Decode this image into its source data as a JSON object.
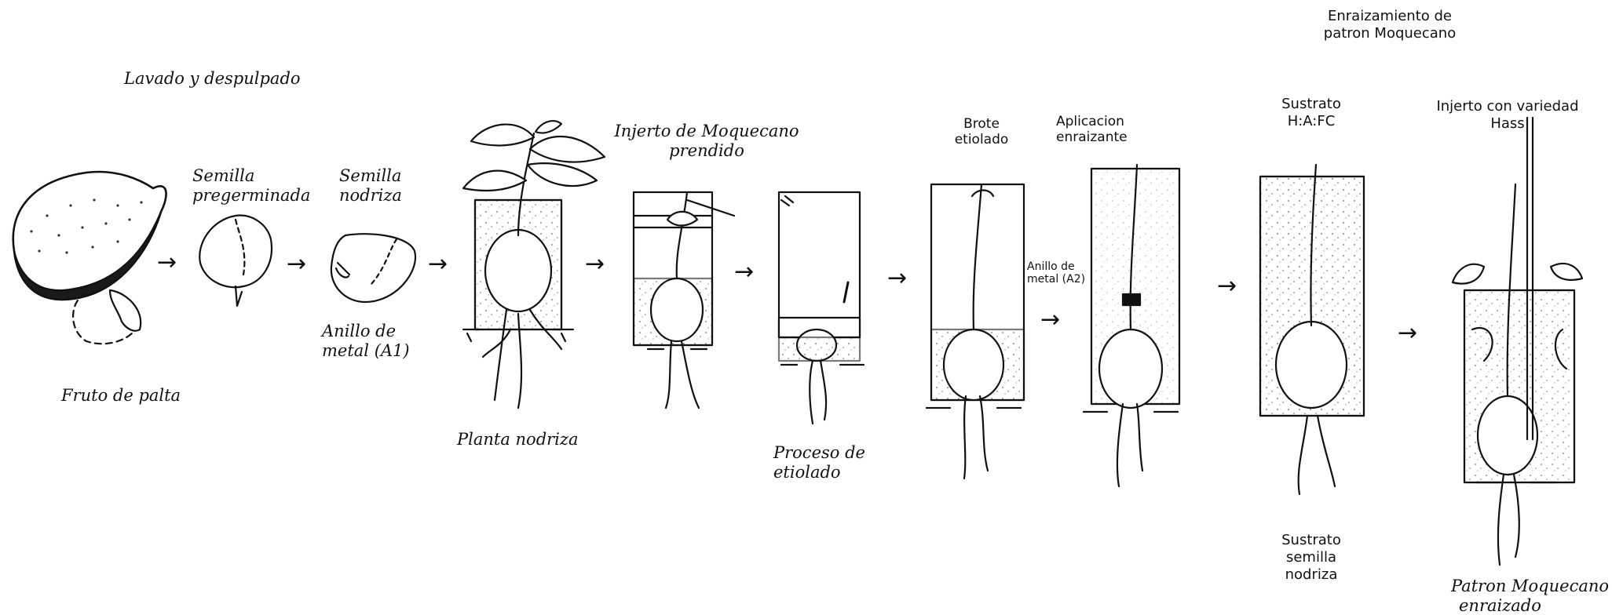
{
  "title": {
    "line1": "Enraizamiento de",
    "line2": "patron Moquecano"
  },
  "stages": [
    {
      "id": "lavado",
      "lines": [
        "Lavado y despulpado"
      ]
    },
    {
      "id": "fruto",
      "lines": [
        "Fruto de palta"
      ]
    },
    {
      "id": "semilla_pregerminada",
      "lines": [
        "Semilla",
        "pregerminada"
      ]
    },
    {
      "id": "semilla_nodriza",
      "lines": [
        "Semilla",
        "nodriza"
      ]
    },
    {
      "id": "anillo_a1",
      "lines": [
        "Anillo de",
        "metal (A1)"
      ]
    },
    {
      "id": "planta_nodriza",
      "lines": [
        "Planta nodriza"
      ]
    },
    {
      "id": "injerto_moquecano",
      "lines": [
        "Injerto de Moquecano",
        "prendido"
      ]
    },
    {
      "id": "proceso_etiolado",
      "lines": [
        "Proceso de",
        "etiolado"
      ]
    },
    {
      "id": "brote_etiolado",
      "lines": [
        "Brote",
        "etiolado"
      ]
    },
    {
      "id": "aplicacion_enraizante",
      "lines": [
        "Aplicacion",
        "enraizante"
      ]
    },
    {
      "id": "anillo_a2",
      "lines": [
        "Anillo de",
        "metal (A2)"
      ]
    },
    {
      "id": "sustrato_haf",
      "lines": [
        "Sustrato",
        "H:A:FC"
      ]
    },
    {
      "id": "sustrato_semilla",
      "lines": [
        "Sustrato",
        "semilla",
        "nodriza"
      ]
    },
    {
      "id": "injerto_hass",
      "lines": [
        "Injerto con variedad",
        "Hass"
      ]
    },
    {
      "id": "patron_enraizado",
      "lines": [
        "Patron Moquecano",
        "enraizado"
      ]
    }
  ],
  "arrow_glyph": "→",
  "colors": {
    "ink": "#111111",
    "paper": "#ffffff",
    "shade": "#2a2a2a"
  }
}
